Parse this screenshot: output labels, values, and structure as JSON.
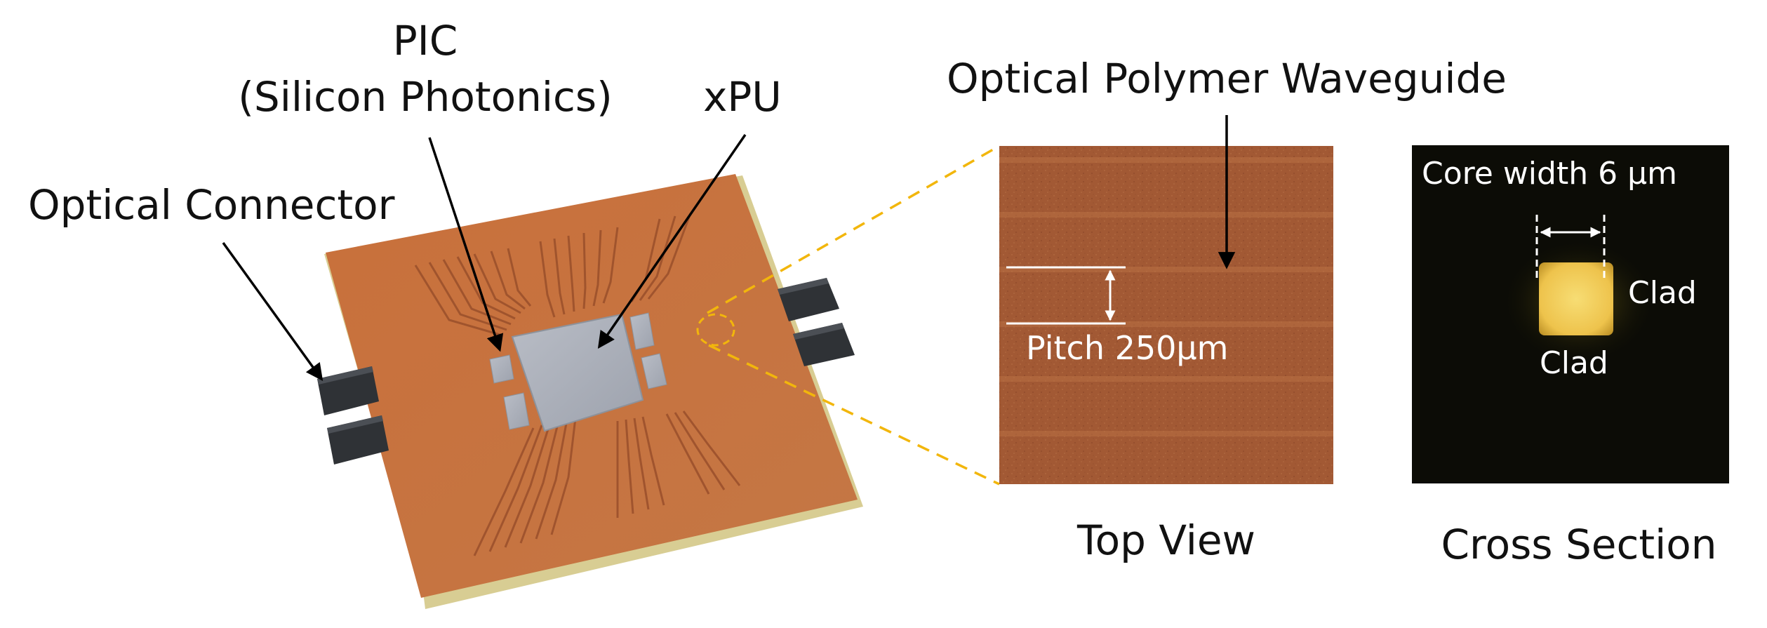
{
  "labels": {
    "pic_line1": "PIC",
    "pic_line2": "(Silicon Photonics)",
    "xpu": "xPU",
    "optical_connector": "Optical Connector",
    "polymer_waveguide": "Optical Polymer Waveguide",
    "pitch": "Pitch 250µm",
    "core_width": "Core width 6 µm",
    "clad_right": "Clad",
    "clad_below": "Clad",
    "top_view": "Top View",
    "cross_section": "Cross Section"
  },
  "colors": {
    "substrate": "#c8733f",
    "substrate_edge": "#d8cd93",
    "chip": "#a6abb5",
    "connector": "#35383c",
    "callout_dashes": "#f2b60c",
    "top_view_bg": "#a15a35",
    "cross_section_bg": "#0c0c06",
    "core": "#f3cd53"
  }
}
